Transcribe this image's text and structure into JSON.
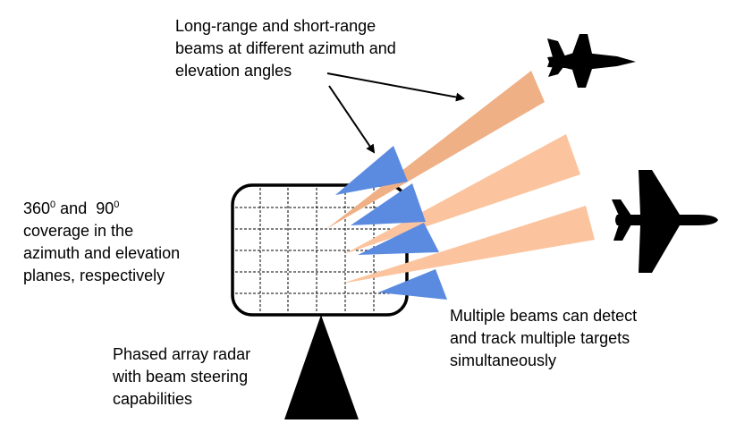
{
  "labels": {
    "beams": [
      "Long-range and short-range",
      "beams at different azimuth and",
      "elevation angles"
    ],
    "coverage": {
      "line1_a": "360",
      "line1_a_sup": "0",
      "line1_mid": " and  90",
      "line1_b_sup": "0",
      "lines_rest": [
        "coverage in the",
        "azimuth and elevation",
        "planes, respectively"
      ]
    },
    "multi": [
      "Multiple beams can detect",
      "and track multiple targets",
      "simultaneously"
    ],
    "radar": [
      "Phased array radar",
      "with beam steering",
      "capabilities"
    ]
  },
  "colors": {
    "short_beam": "#5b8be0",
    "long_beam_dark": "#f0b086",
    "long_beam_light": "#fbc49e",
    "aircraft": "#000000",
    "radar": "#000000",
    "grid": "#000000",
    "text": "#000000"
  },
  "icons": {
    "fighter": "fighter-jet-icon",
    "airliner": "airplane-icon"
  }
}
